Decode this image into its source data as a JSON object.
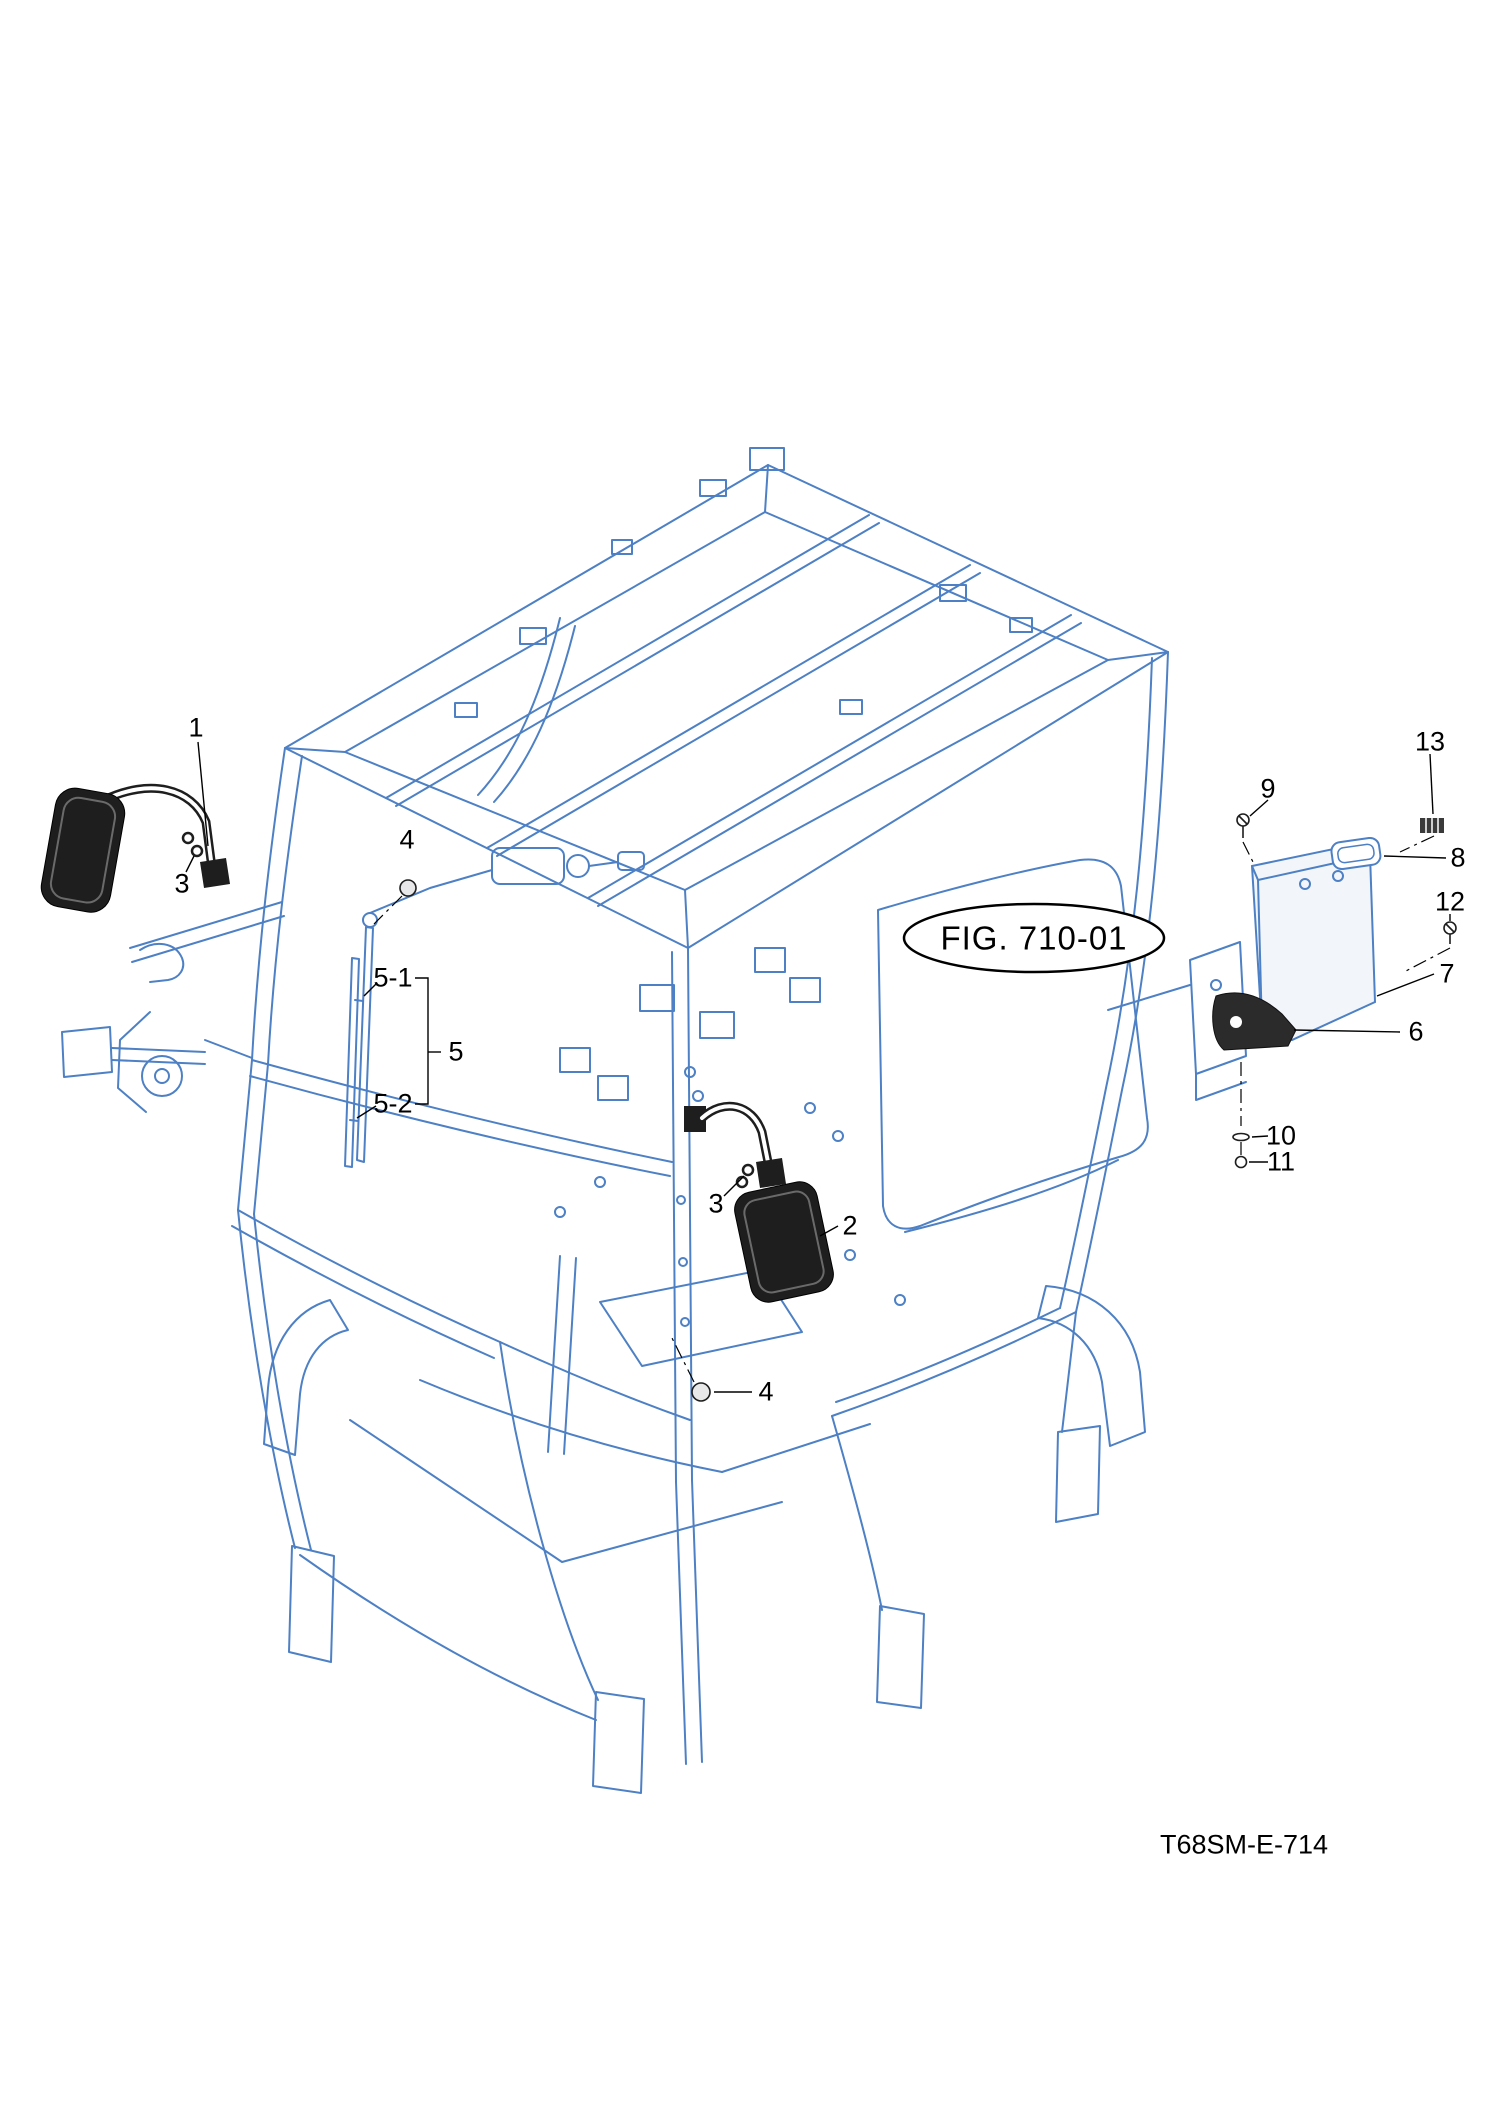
{
  "figure": {
    "fig_label": "FIG. 710-01",
    "doc_code": "T68SM-E-714"
  },
  "callouts": {
    "mirror_front": "1",
    "mirror_rear": "2",
    "clamp_front": "3",
    "clamp_rear": "3",
    "plug_top": "4",
    "plug_bottom": "4",
    "wiper_assy": "5",
    "wiper_arm": "5-1",
    "wiper_blade": "5-2",
    "bracket": "6",
    "cover": "7",
    "lamp": "8",
    "screw_top": "9",
    "washer": "10",
    "nut": "11",
    "screw_side": "12",
    "connector": "13"
  },
  "colors": {
    "frame_line": "#4d80c4",
    "callout_text": "#000000",
    "part_fill": "#1e1e1e"
  }
}
